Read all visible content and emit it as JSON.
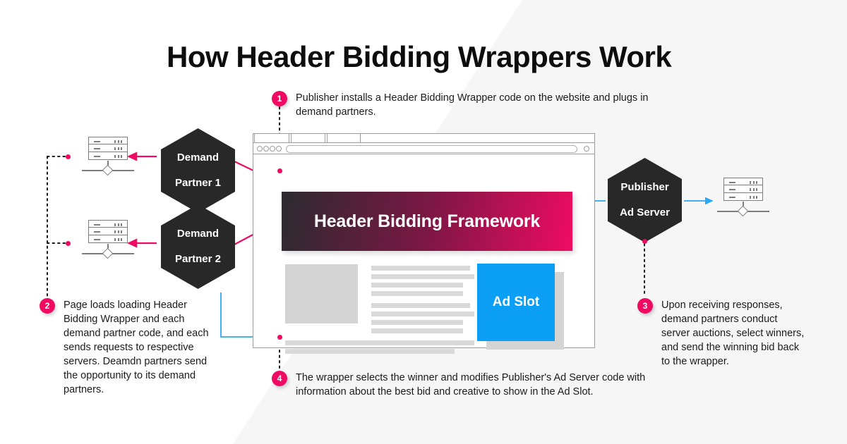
{
  "page": {
    "title": "How Header Bidding Wrappers Work",
    "colors": {
      "accent_pink": "#ef0b62",
      "accent_blue": "#0b9ff5",
      "dark": "#282828",
      "background_right": "#f6f6f6",
      "background_left": "#ffffff",
      "mock_gray": "#d4d4d4"
    }
  },
  "steps": [
    {
      "number": "1",
      "text": "Publisher installs a Header Bidding Wrapper code on the website and plugs in demand partners."
    },
    {
      "number": "2",
      "text": "Page loads loading Header Bidding Wrapper and each demand partner code, and each sends requests to respective servers. Deamdn partners send the opportunity to its demand partners."
    },
    {
      "number": "3",
      "text": "Upon receiving responses, demand partners conduct server auctions, select winners, and send the winning bid back to the wrapper."
    },
    {
      "number": "4",
      "text": "The wrapper selects the winner and modifies Publisher's Ad Server code with information about the best bid and creative to show in the Ad Slot."
    }
  ],
  "nodes": {
    "demand_partner_1": "Demand\nPartner 1",
    "demand_partner_1_line1": "Demand",
    "demand_partner_1_line2": "Partner 1",
    "demand_partner_2_line1": "Demand",
    "demand_partner_2_line2": "Partner 2",
    "publisher_ad_server_line1": "Publisher",
    "publisher_ad_server_line2": "Ad Server"
  },
  "browser": {
    "banner_label": "Header Bidding Framework",
    "ad_slot_label": "Ad Slot",
    "tabs": [
      "",
      "",
      ""
    ],
    "address_bar_value": ""
  }
}
